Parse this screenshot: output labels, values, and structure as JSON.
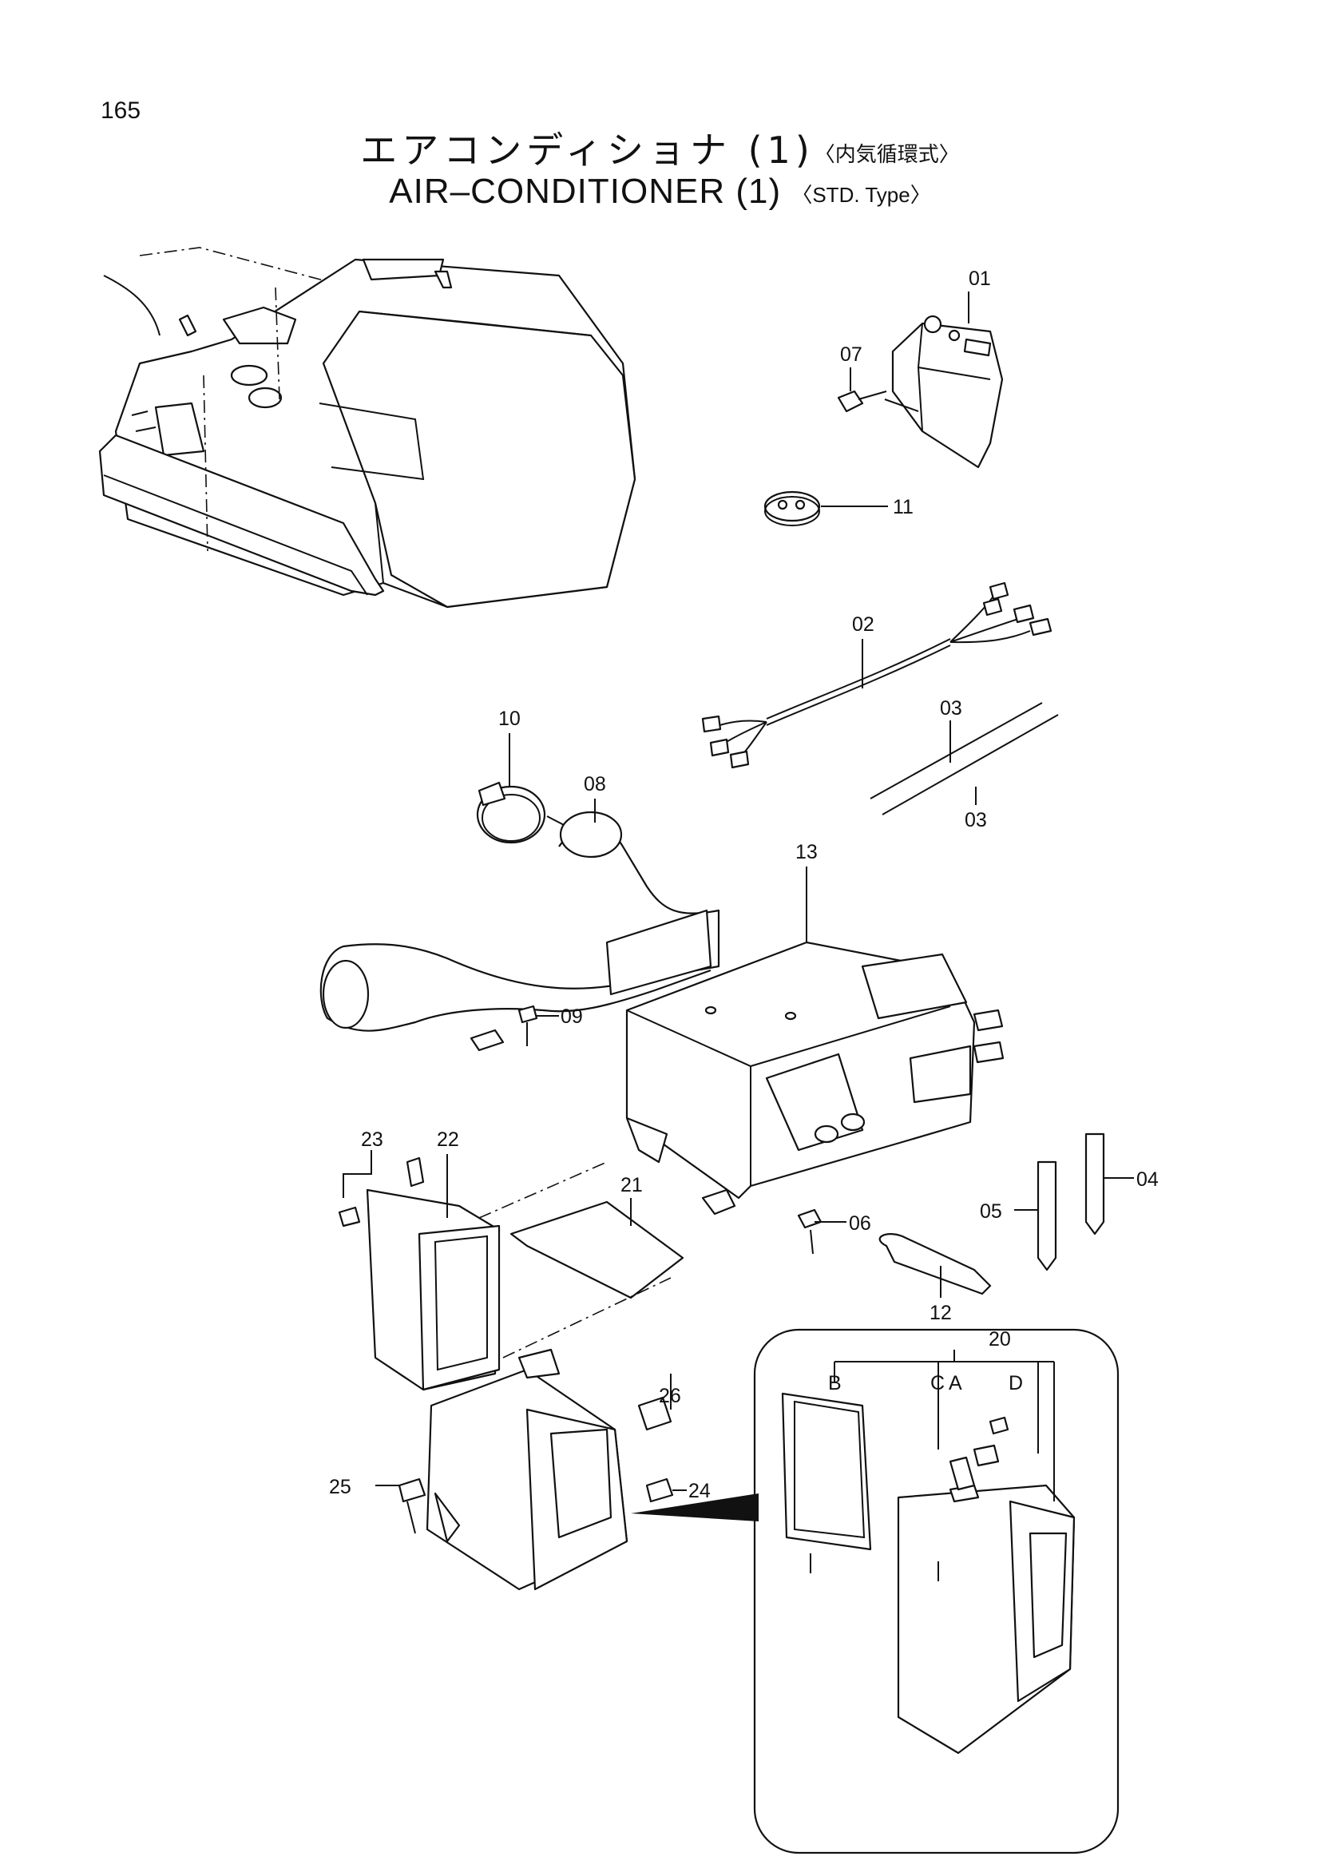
{
  "page_number": "165",
  "title": {
    "ja_main": "エアコンディショナ (1)",
    "ja_tag": "〈内気循環式〉",
    "en_main": "AIR–CONDITIONER (1)",
    "en_tag": "〈STD. Type〉"
  },
  "callouts": {
    "c01": "01",
    "c02": "02",
    "c03a": "03",
    "c03b": "03",
    "c04": "04",
    "c05": "05",
    "c06": "06",
    "c07": "07",
    "c08": "08",
    "c09": "09",
    "c10": "10",
    "c11": "11",
    "c12": "12",
    "c13": "13",
    "c20": "20",
    "c21": "21",
    "c22": "22",
    "c23": "23",
    "c24": "24",
    "c25": "25",
    "c26": "26",
    "cA": "A",
    "cB": "B",
    "cC": "C",
    "cD": "D"
  }
}
